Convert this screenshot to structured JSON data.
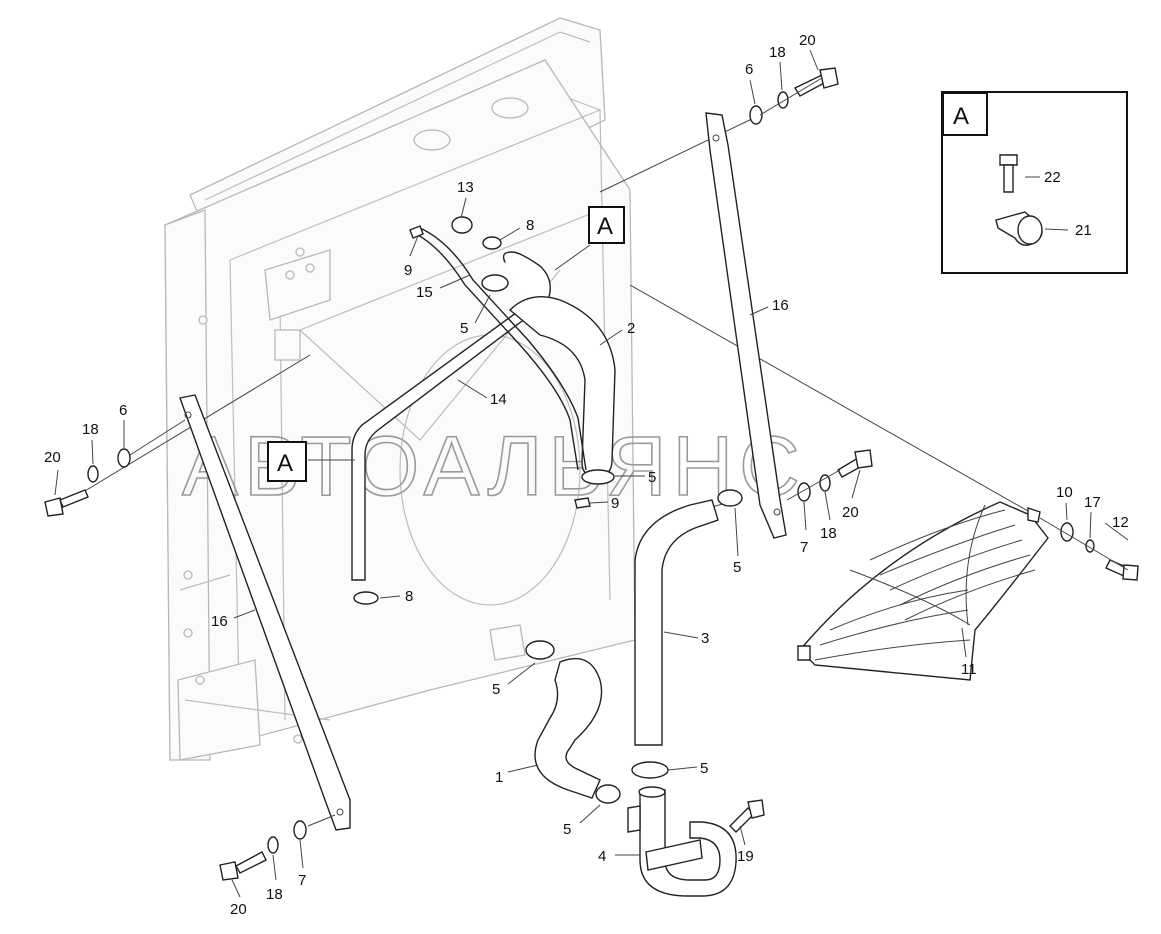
{
  "watermark": "АВТОАЛЬЯНС",
  "detail_view": {
    "id": "A",
    "labels": [
      "22",
      "21"
    ]
  },
  "callouts": [
    {
      "key": "c1",
      "text": "A"
    },
    {
      "key": "c2",
      "text": "A"
    }
  ],
  "labels": [
    {
      "key": "l20a",
      "text": "20"
    },
    {
      "key": "l18a",
      "text": "18"
    },
    {
      "key": "l6a",
      "text": "6"
    },
    {
      "key": "l20b",
      "text": "20"
    },
    {
      "key": "l18b",
      "text": "18"
    },
    {
      "key": "l6b",
      "text": "6"
    },
    {
      "key": "l13",
      "text": "13"
    },
    {
      "key": "l8a",
      "text": "8"
    },
    {
      "key": "l9a",
      "text": "9"
    },
    {
      "key": "l15",
      "text": "15"
    },
    {
      "key": "l5a",
      "text": "5"
    },
    {
      "key": "l2",
      "text": "2"
    },
    {
      "key": "l14",
      "text": "14"
    },
    {
      "key": "l16a",
      "text": "16"
    },
    {
      "key": "l5b",
      "text": "5"
    },
    {
      "key": "l9b",
      "text": "9"
    },
    {
      "key": "l5c",
      "text": "5"
    },
    {
      "key": "l7a",
      "text": "7"
    },
    {
      "key": "l18c",
      "text": "18"
    },
    {
      "key": "l20c",
      "text": "20"
    },
    {
      "key": "l10",
      "text": "10"
    },
    {
      "key": "l17",
      "text": "17"
    },
    {
      "key": "l12",
      "text": "12"
    },
    {
      "key": "l8b",
      "text": "8"
    },
    {
      "key": "l16b",
      "text": "16"
    },
    {
      "key": "l3",
      "text": "3"
    },
    {
      "key": "l11",
      "text": "11"
    },
    {
      "key": "l5d",
      "text": "5"
    },
    {
      "key": "l1",
      "text": "1"
    },
    {
      "key": "l5e",
      "text": "5"
    },
    {
      "key": "l5f",
      "text": "5"
    },
    {
      "key": "l4",
      "text": "4"
    },
    {
      "key": "l19",
      "text": "19"
    },
    {
      "key": "l20d",
      "text": "20"
    },
    {
      "key": "l18d",
      "text": "18"
    },
    {
      "key": "l7b",
      "text": "7"
    }
  ]
}
